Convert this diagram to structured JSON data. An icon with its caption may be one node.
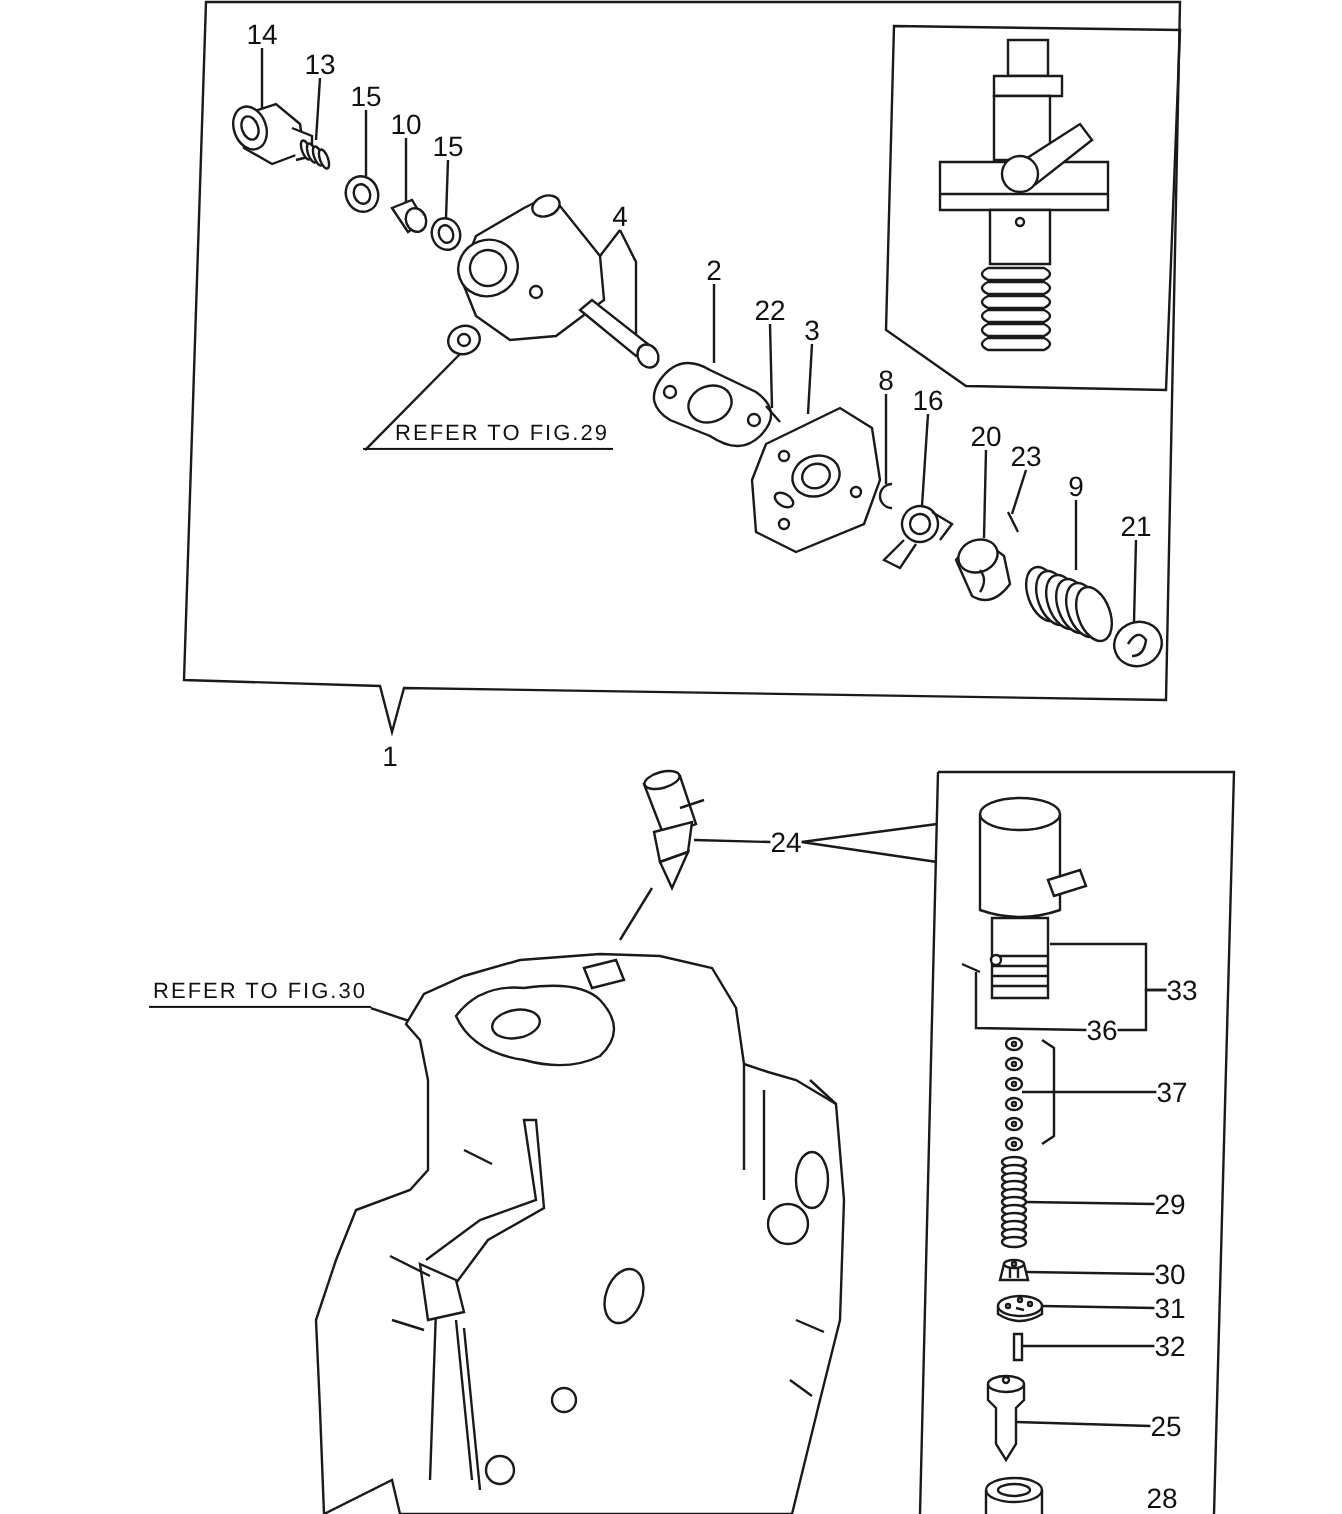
{
  "diagram": {
    "nodes": [
      {
        "text": [
          "1"
        ]
      },
      {
        "text": [
          "14"
        ],
        "in": 0
      },
      {
        "text": [
          "13"
        ],
        "in": 0
      },
      {
        "text": [
          "15"
        ],
        "in": 0
      },
      {
        "text": [
          "10"
        ],
        "in": 0
      },
      {
        "text": [
          "15"
        ],
        "in": 0
      },
      {
        "text": [
          "4"
        ],
        "in": 0
      },
      {
        "text": [
          "2"
        ],
        "in": 0
      },
      {
        "text": [
          "22"
        ],
        "in": 0
      },
      {
        "text": [
          "3"
        ],
        "in": 0
      },
      {
        "text": [
          "8"
        ],
        "in": 0
      },
      {
        "text": [
          "16"
        ],
        "in": 0
      },
      {
        "text": [
          "20"
        ],
        "in": 0
      },
      {
        "text": [
          "23"
        ],
        "in": 0
      },
      {
        "text": [
          "9"
        ],
        "in": 0
      },
      {
        "text": [
          "21"
        ],
        "in": 0
      },
      {
        "text": [
          "REFER TO FIG.29"
        ],
        "in": 0
      },
      {
        "text": [
          "24"
        ]
      },
      {
        "text": [
          "REFER TO FIG.30"
        ]
      },
      {
        "text": [],
        "shape": "box"
      },
      {
        "text": [
          "33"
        ],
        "in": 19
      },
      {
        "text": [
          "36"
        ],
        "in": 19
      },
      {
        "text": [
          "37"
        ],
        "in": 19
      },
      {
        "text": [
          "29"
        ],
        "in": 19
      },
      {
        "text": [
          "30"
        ],
        "in": 19
      },
      {
        "text": [
          "31"
        ],
        "in": 19
      },
      {
        "text": [
          "32"
        ],
        "in": 19
      },
      {
        "text": [
          "25"
        ],
        "in": 19
      },
      {
        "text": [
          "28"
        ],
        "in": 19
      },
      {
        "text": [],
        "shape": "picture",
        "in": 0
      },
      {
        "text": [],
        "shape": "picture",
        "in": 0
      },
      {
        "text": [],
        "shape": "picture",
        "in": 0
      },
      {
        "text": [],
        "shape": "picture",
        "in": 0
      },
      {
        "text": [],
        "shape": "picture",
        "in": 0
      },
      {
        "text": [],
        "shape": "picture",
        "in": 0
      },
      {
        "text": [],
        "shape": "picture",
        "in": 0
      },
      {
        "text": [],
        "shape": "picture",
        "in": 0
      },
      {
        "text": [],
        "shape": "picture",
        "in": 0
      },
      {
        "text": [],
        "shape": "picture",
        "in": 0
      },
      {
        "text": [],
        "shape": "picture",
        "in": 0
      },
      {
        "text": [],
        "shape": "picture",
        "in": 0
      },
      {
        "text": [],
        "shape": "picture",
        "in": 0
      },
      {
        "text": [],
        "shape": "picture",
        "in": 0
      },
      {
        "text": [],
        "shape": "picture",
        "in": 0
      },
      {
        "text": [],
        "shape": "picture",
        "in": 0
      },
      {
        "text": [],
        "shape": "picture"
      },
      {
        "text": [],
        "shape": "picture"
      },
      {
        "text": [],
        "shape": "picture",
        "in": 19
      },
      {
        "text": [],
        "shape": "picture",
        "in": 19
      },
      {
        "text": [],
        "shape": "picture",
        "in": 19
      },
      {
        "text": [],
        "shape": "picture",
        "in": 19
      },
      {
        "text": [],
        "shape": "picture",
        "in": 19
      },
      {
        "text": [],
        "shape": "picture",
        "in": 19
      },
      {
        "text": [],
        "shape": "picture",
        "in": 19
      },
      {
        "text": [],
        "shape": "picture",
        "in": 19
      }
    ],
    "edges": [
      {
        "from": 1,
        "to": 29,
        "arrow": "none"
      },
      {
        "from": 2,
        "to": 30,
        "arrow": "none"
      },
      {
        "from": 3,
        "to": 31,
        "arrow": "none"
      },
      {
        "from": 4,
        "to": 32,
        "arrow": "none"
      },
      {
        "from": 5,
        "to": 33,
        "arrow": "none"
      },
      {
        "from": 6,
        "to": 34,
        "arrow": "none"
      },
      {
        "from": 7,
        "to": 36,
        "arrow": "none"
      },
      {
        "from": 8,
        "to": 37,
        "arrow": "none"
      },
      {
        "from": 9,
        "to": 38,
        "arrow": "none"
      },
      {
        "from": 10,
        "to": 39,
        "arrow": "none"
      },
      {
        "from": 11,
        "to": 40,
        "arrow": "none"
      },
      {
        "from": 12,
        "to": 41,
        "arrow": "none"
      },
      {
        "from": 13,
        "to": 42,
        "arrow": "none"
      },
      {
        "from": 14,
        "to": 43,
        "arrow": "none"
      },
      {
        "from": 15,
        "to": 44,
        "arrow": "none"
      },
      {
        "from": 16,
        "to": 35,
        "arrow": "none"
      },
      {
        "from": 17,
        "to": 45,
        "arrow": "none"
      },
      {
        "from": 17,
        "to": 19,
        "arrow": "none"
      },
      {
        "from": 18,
        "to": 46,
        "arrow": "none"
      },
      {
        "from": 20,
        "to": 47,
        "arrow": "none"
      },
      {
        "from": 21,
        "to": 48,
        "arrow": "none"
      },
      {
        "from": 22,
        "to": 49,
        "arrow": "none"
      },
      {
        "from": 23,
        "to": 50,
        "arrow": "none"
      },
      {
        "from": 24,
        "to": 51,
        "arrow": "none"
      },
      {
        "from": 25,
        "to": 52,
        "arrow": "none"
      },
      {
        "from": 26,
        "to": 53,
        "arrow": "none"
      },
      {
        "from": 27,
        "to": 54,
        "arrow": "none"
      },
      {
        "from": 20,
        "to": 21,
        "arrow": "none"
      }
    ]
  }
}
